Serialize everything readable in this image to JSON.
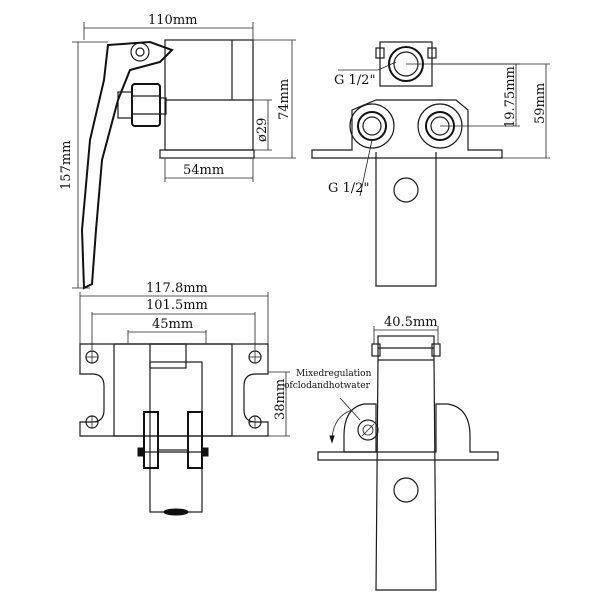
{
  "labels": {
    "width_110": "110mm",
    "height_157": "157mm",
    "height_74": "74mm",
    "dia_29": "ø29",
    "width_54": "54mm",
    "g_top": "G 1/2\"",
    "g_bottom": "G 1/2\"",
    "h_1975": "19.75mm",
    "h_59": "59mm",
    "w_1178": "117.8mm",
    "w_1015": "101.5mm",
    "w_45": "45mm",
    "h_38": "38mm",
    "w_405": "40.5mm",
    "note_line1": "Mixedregulation",
    "note_line2": "ofclodandhotwater"
  }
}
